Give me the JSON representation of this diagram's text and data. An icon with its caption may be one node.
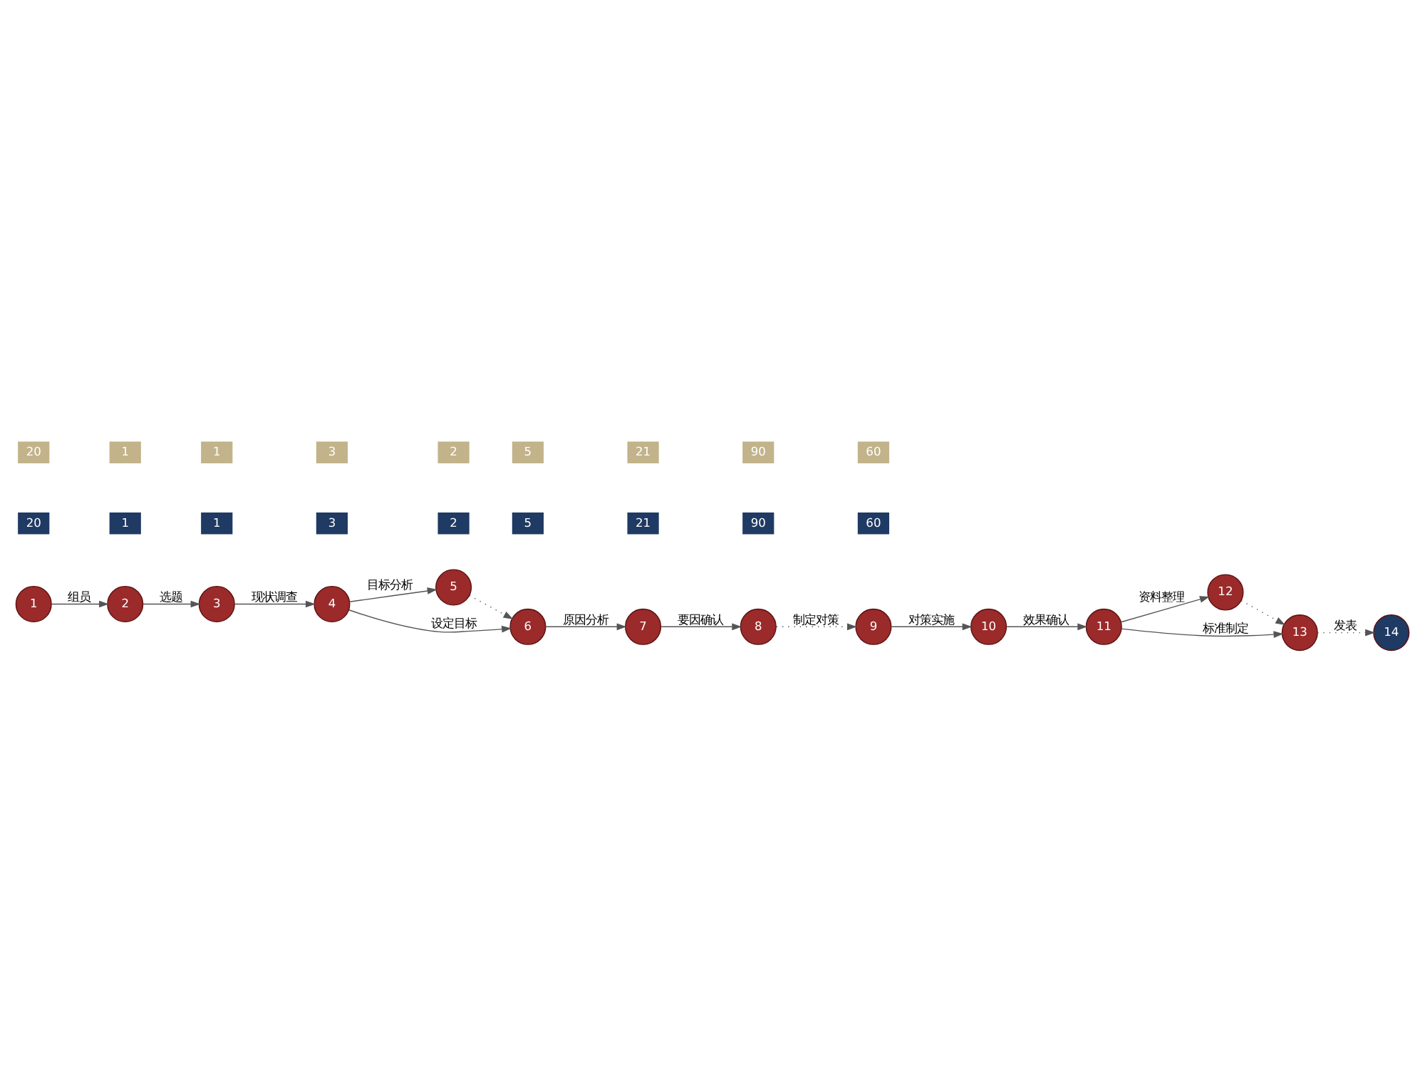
{
  "diagram": {
    "nodes": [
      {
        "text": [
          "1"
        ]
      },
      {
        "text": [
          "2"
        ]
      },
      {
        "text": [
          "3"
        ]
      },
      {
        "text": [
          "4"
        ]
      },
      {
        "text": [
          "5"
        ]
      },
      {
        "text": [
          "6"
        ]
      },
      {
        "text": [
          "7"
        ]
      },
      {
        "text": [
          "8"
        ]
      },
      {
        "text": [
          "9"
        ]
      },
      {
        "text": [
          "10"
        ]
      },
      {
        "text": [
          "11"
        ]
      },
      {
        "text": [
          "12"
        ]
      },
      {
        "text": [
          "13"
        ]
      },
      {
        "text": [
          "14"
        ]
      }
    ],
    "edges": [
      {
        "from": 0,
        "to": 1,
        "arrow": "to",
        "label": "组员"
      },
      {
        "from": 1,
        "to": 2,
        "arrow": "to",
        "label": "选题"
      },
      {
        "from": 2,
        "to": 3,
        "arrow": "to",
        "label": "现状调查"
      },
      {
        "from": 3,
        "to": 5,
        "arrow": "to",
        "label": "设定目标"
      },
      {
        "from": 3,
        "to": 4,
        "arrow": "to",
        "label": "目标分析"
      },
      {
        "from": 4,
        "to": 5,
        "arrow": "to",
        "style": "dashed"
      },
      {
        "from": 5,
        "to": 6,
        "arrow": "to",
        "label": "原因分析"
      },
      {
        "from": 6,
        "to": 7,
        "arrow": "to",
        "label": "要因确认"
      },
      {
        "from": 7,
        "to": 8,
        "arrow": "to",
        "label": "制定对策",
        "style": "dashed"
      },
      {
        "from": 8,
        "to": 9,
        "arrow": "to",
        "label": "对策实施"
      },
      {
        "from": 9,
        "to": 10,
        "arrow": "to",
        "label": "效果确认"
      },
      {
        "from": 10,
        "to": 12,
        "arrow": "to",
        "label": "标准制定"
      },
      {
        "from": 10,
        "to": 11,
        "arrow": "to",
        "label": "资料整理"
      },
      {
        "from": 11,
        "to": 12,
        "arrow": "to",
        "style": "dashed"
      },
      {
        "from": 12,
        "to": 13,
        "arrow": "to",
        "label": "发表",
        "style": "dashed"
      }
    ],
    "labels": [
      "20",
      "20",
      "1",
      "1",
      "1",
      "1",
      "3",
      "3",
      "2",
      "2",
      "5",
      "5",
      "21",
      "21",
      "90",
      "90",
      "60",
      "60"
    ]
  }
}
